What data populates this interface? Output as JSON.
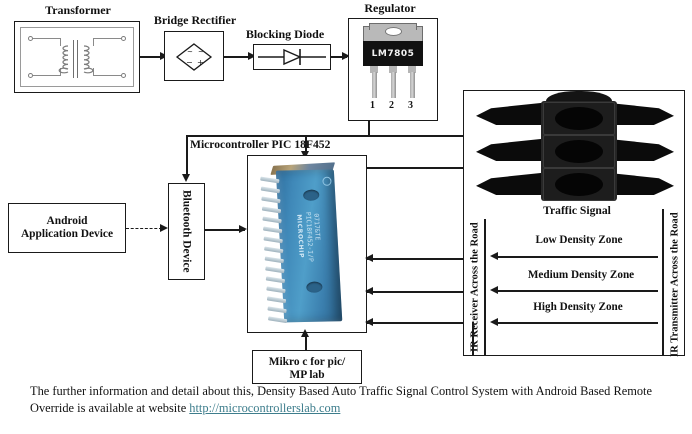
{
  "diagram": {
    "title": "Density Based Auto Traffic Signal Control System with Android Based Remote Override",
    "blocks": {
      "transformer": {
        "label": "Transformer",
        "icon": "transformer-icon"
      },
      "bridge_rectifier": {
        "label": "Bridge Rectifier",
        "icon": "bridge-rectifier-icon",
        "symbols": [
          "~",
          "~",
          "-",
          "+"
        ]
      },
      "blocking_diode": {
        "label": "Blocking Diode",
        "icon": "diode-icon"
      },
      "regulator": {
        "label": "Regulator",
        "part": "LM7805",
        "pins": [
          "1",
          "2",
          "3"
        ],
        "icon": "to220-regulator-icon"
      },
      "microcontroller": {
        "label": "Microcontroller PIC 18F452",
        "chip_marking": "PIC18F452-I/P",
        "chip_marking2": "0717&TE",
        "brand": "MICROCHIP",
        "icon": "dip-chip-icon"
      },
      "android": {
        "label": "Android\nApplication Device"
      },
      "bluetooth": {
        "label": "Bluetooth Device"
      },
      "software": {
        "label": "Mikro c for pic/\nMP lab"
      },
      "traffic_signal": {
        "label": "Traffic Signal",
        "icon": "traffic-light-icon",
        "lamp_count": 3
      },
      "ir_receiver": {
        "label": "IR Receiver Across the Road"
      },
      "ir_transmitter": {
        "label": "IR Transmitter Across the Road"
      }
    },
    "zones": [
      {
        "label": "Low Density Zone"
      },
      {
        "label": "Medium Density Zone"
      },
      {
        "label": "High Density Zone"
      }
    ],
    "caption": {
      "text_before": "The further information and detail about this, Density Based Auto Traffic Signal Control System with Android Based Remote Override is available at website ",
      "link_text": "http://microcontrollerslab.com"
    },
    "colors": {
      "stroke": "#1a1a1a",
      "background": "#ffffff",
      "chip_blue": "#3f88b8",
      "regulator_black": "#111111",
      "link": "#3d7d8c"
    }
  }
}
